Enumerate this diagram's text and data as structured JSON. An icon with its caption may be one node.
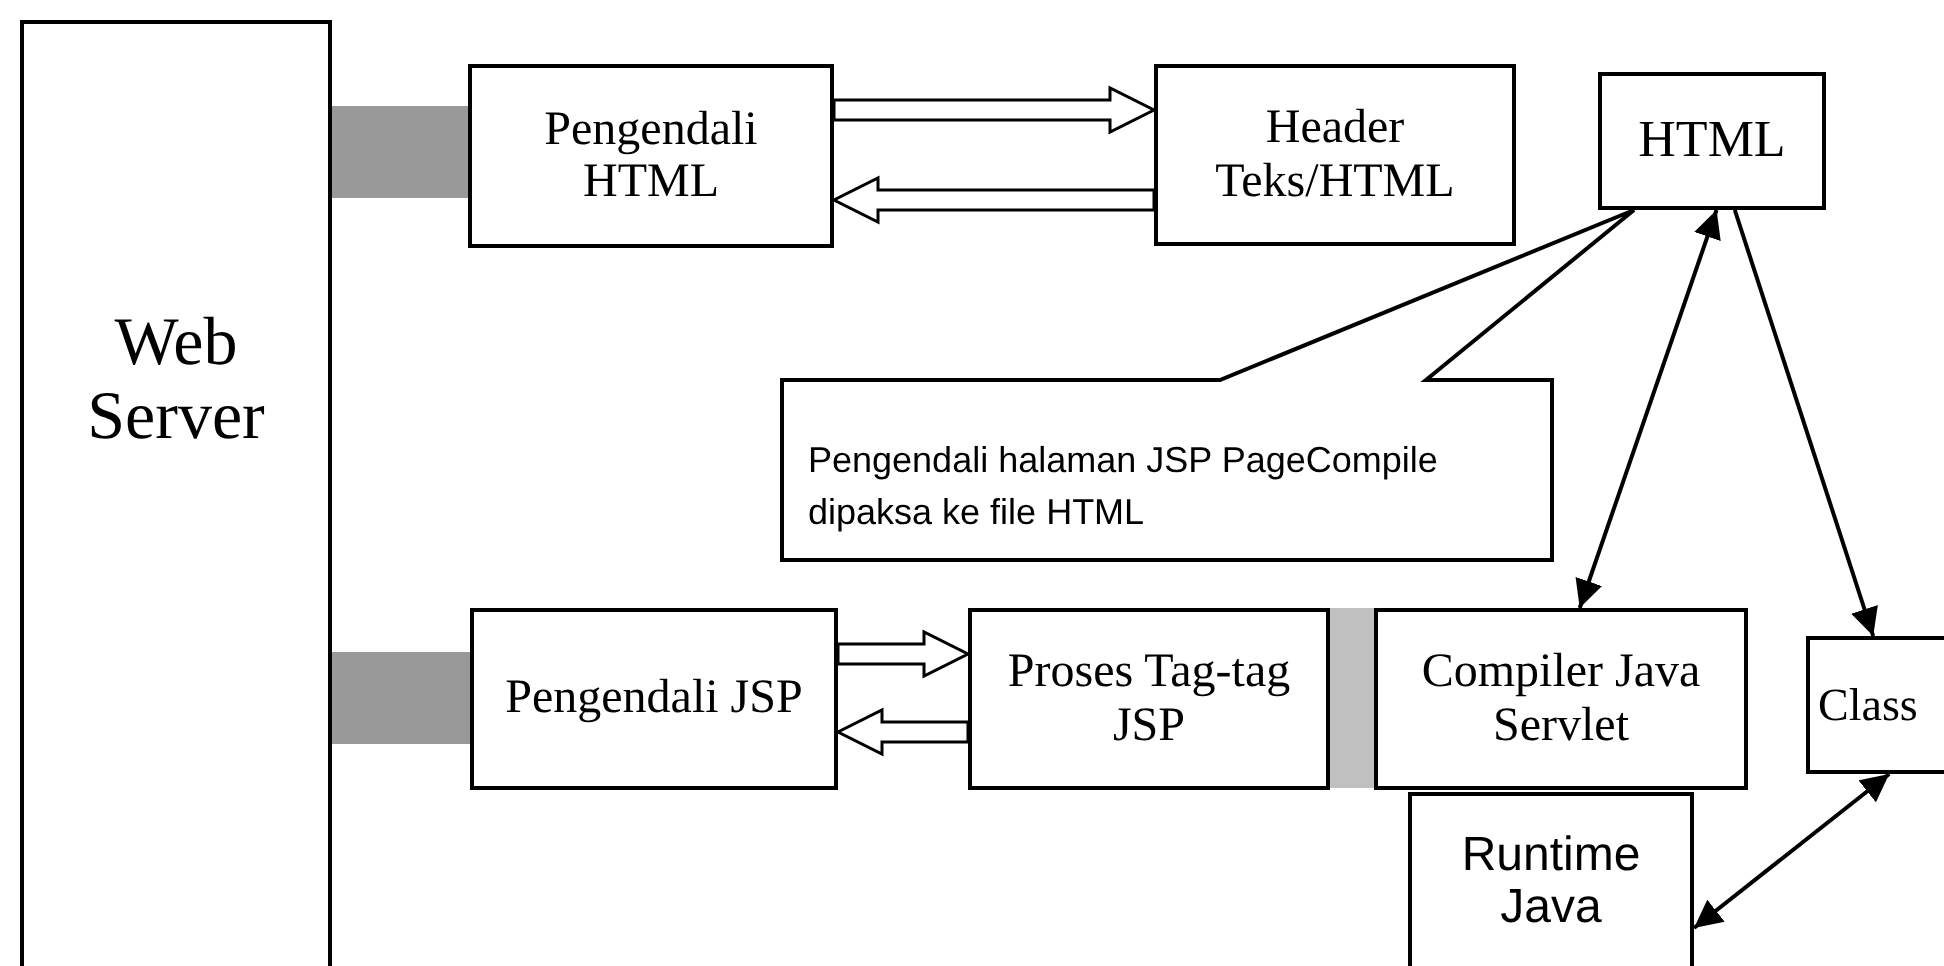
{
  "diagram": {
    "nodes": [
      {
        "text": [
          "Web Server"
        ]
      },
      {
        "text": [
          "Pengendali HTML"
        ]
      },
      {
        "text": [
          "Header Teks/HTML"
        ]
      },
      {
        "text": [
          "HTML"
        ]
      },
      {
        "text": [
          "Pengendali halaman JSP PageCompile dipaksa ke file HTML"
        ]
      },
      {
        "text": [
          "Pengendali JSP"
        ]
      },
      {
        "text": [
          "Proses Tag-tag JSP"
        ]
      },
      {
        "text": [
          "Compiler Java Servlet"
        ]
      },
      {
        "text": [
          "Class"
        ]
      },
      {
        "text": [
          "Runtime Java"
        ]
      }
    ],
    "edges": [
      {
        "from": 0,
        "to": 1,
        "arrow": "none",
        "style": "thick",
        "color": "#999999"
      },
      {
        "from": 0,
        "to": 5,
        "arrow": "none",
        "style": "thick",
        "color": "#999999"
      },
      {
        "from": 1,
        "to": 2,
        "arrow": "to",
        "style": "thick"
      },
      {
        "from": 2,
        "to": 1,
        "arrow": "to",
        "style": "thick"
      },
      {
        "from": 5,
        "to": 6,
        "arrow": "to",
        "style": "thick"
      },
      {
        "from": 6,
        "to": 5,
        "arrow": "to",
        "style": "thick"
      },
      {
        "from": 6,
        "to": 7,
        "arrow": "none",
        "style": "thick",
        "color": "#c0c0c0"
      },
      {
        "from": 3,
        "to": 7,
        "arrow": "both"
      },
      {
        "from": 3,
        "to": 8,
        "arrow": "to"
      },
      {
        "from": 9,
        "to": 8,
        "arrow": "both"
      }
    ]
  }
}
